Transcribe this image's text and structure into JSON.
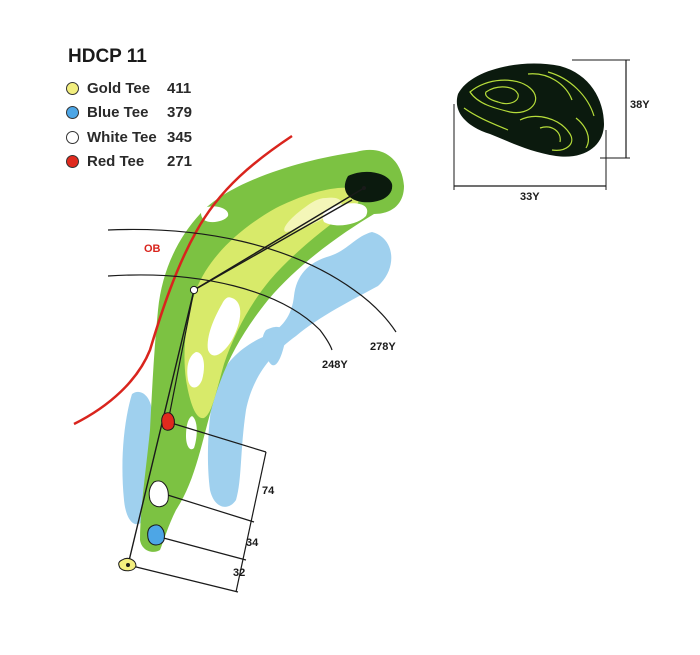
{
  "hole": {
    "handicap_label": "HDCP 11"
  },
  "tees": [
    {
      "name": "Gold Tee",
      "yards": "411",
      "color": "#f2ee7e"
    },
    {
      "name": "Blue Tee",
      "yards": "379",
      "color": "#4da6e6"
    },
    {
      "name": "White Tee",
      "yards": "345",
      "color": "#ffffff"
    },
    {
      "name": "Red Tee",
      "yards": "271",
      "color": "#e02a1e"
    }
  ],
  "map": {
    "ob_label": "OB",
    "arc_labels": {
      "near": "248Y",
      "far": "278Y"
    },
    "tee_spacing": {
      "red_to_white": "74",
      "white_to_blue": "34",
      "blue_to_gold": "32"
    }
  },
  "green_detail": {
    "depth": "38Y",
    "width": "33Y"
  },
  "colors": {
    "rough": "#7cc242",
    "fairway": "#d8ea6a",
    "water": "#9fd0ee",
    "green": "#0b1a0e",
    "contour": "#b6dd3a",
    "ob_line": "#d9241d",
    "line": "#1a1a1a"
  }
}
